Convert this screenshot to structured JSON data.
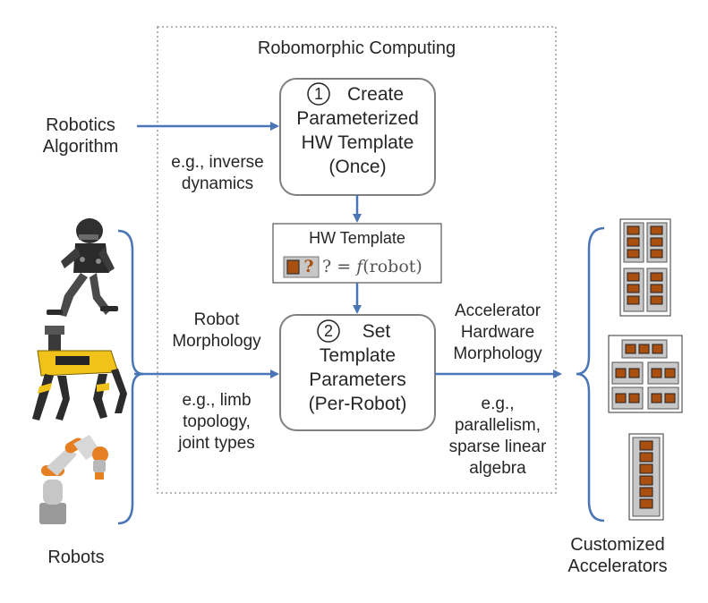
{
  "diagram": {
    "frame_title": "Robomorphic Computing",
    "algorithm_label": [
      "Robotics",
      "Algorithm"
    ],
    "algorithm_example": [
      "e.g., inverse",
      "dynamics"
    ],
    "step1": {
      "marker": "1",
      "lines": [
        "Create",
        "Parameterized",
        "HW Template",
        "(Once)"
      ]
    },
    "template": {
      "title": "HW Template",
      "qmark": "?",
      "formula_q": "? =",
      "formula_f": "f",
      "formula_arg": "(robot)"
    },
    "morphology_label": [
      "Robot",
      "Morphology"
    ],
    "morphology_example": [
      "e.g., limb",
      "topology,",
      "joint types"
    ],
    "step2": {
      "marker": "2",
      "lines": [
        "Set",
        "Template",
        "Parameters",
        "(Per-Robot)"
      ]
    },
    "hw_morphology_label": [
      "Accelerator",
      "Hardware",
      "Morphology"
    ],
    "hw_example": [
      "e.g.,",
      "parallelism,",
      "sparse linear",
      "algebra"
    ],
    "robots_label": "Robots",
    "accelerators_label": [
      "Customized",
      "Accelerators"
    ],
    "colors": {
      "arrow": "#4a76b5",
      "box_border": "#808080",
      "unit_fill": "#a94f10",
      "frame": "#9a9a9a"
    }
  }
}
